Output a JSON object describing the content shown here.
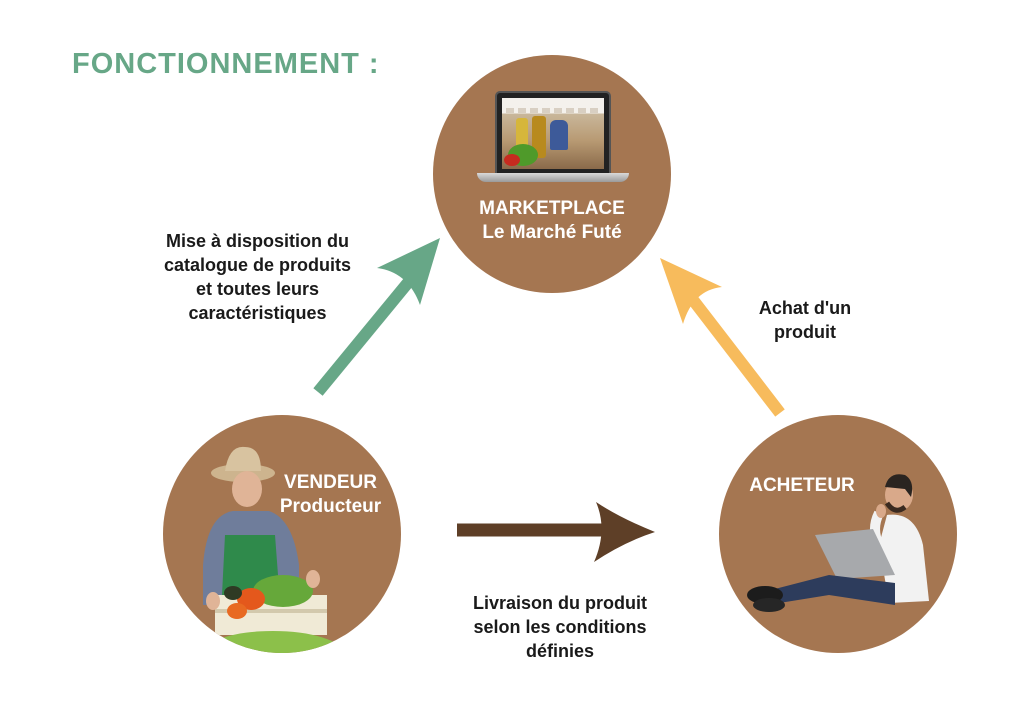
{
  "title": "FONCTIONNEMENT :",
  "colors": {
    "title": "#67a787",
    "circle": "#a57651",
    "arrow_vendeur_to_marketplace": "#67a787",
    "arrow_acheteur_to_marketplace": "#f7bb5c",
    "arrow_vendeur_to_acheteur": "#5e3f27",
    "caption_text": "#1a1a1a"
  },
  "nodes": {
    "marketplace": {
      "line1": "MARKETPLACE",
      "line2": "Le Marché Futé",
      "image": "laptop-showing-website"
    },
    "vendeur": {
      "line1": "VENDEUR",
      "line2": "Producteur",
      "image": "farmer-with-vegetable-crate"
    },
    "acheteur": {
      "line1": "ACHETEUR",
      "image": "man-sitting-with-laptop"
    }
  },
  "flows": {
    "vendeur_to_marketplace": [
      "Mise à disposition du",
      "catalogue de produits",
      "et toutes leurs",
      "caractéristiques"
    ],
    "acheteur_to_marketplace": [
      "Achat d'un",
      "produit"
    ],
    "vendeur_to_acheteur": [
      "Livraison du produit",
      "selon les conditions",
      "définies"
    ]
  }
}
